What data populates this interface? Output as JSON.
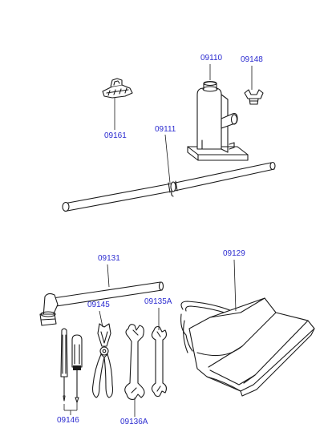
{
  "parts": {
    "p09110": "09110",
    "p09148": "09148",
    "p09161": "09161",
    "p09111": "09111",
    "p09131": "09131",
    "p09129": "09129",
    "p09145": "09145",
    "p09135A": "09135A",
    "p09146": "09146",
    "p09136A": "09136A"
  },
  "colors": {
    "label": "#2b2bd0",
    "line": "#1a1a1a"
  },
  "icons": {
    "jack": "bottle-jack-icon",
    "wing_nut": "wing-nut-icon",
    "hook": "hook-hanger-icon",
    "handle": "jack-handle-bar-icon",
    "wrench": "wheel-nut-wrench-icon",
    "bag": "tool-bag-icon",
    "pliers": "pliers-icon",
    "spanner_small": "open-end-spanner-icon",
    "spanner_large": "open-end-spanner-large-icon",
    "screwdrivers": "screwdriver-set-icon"
  }
}
